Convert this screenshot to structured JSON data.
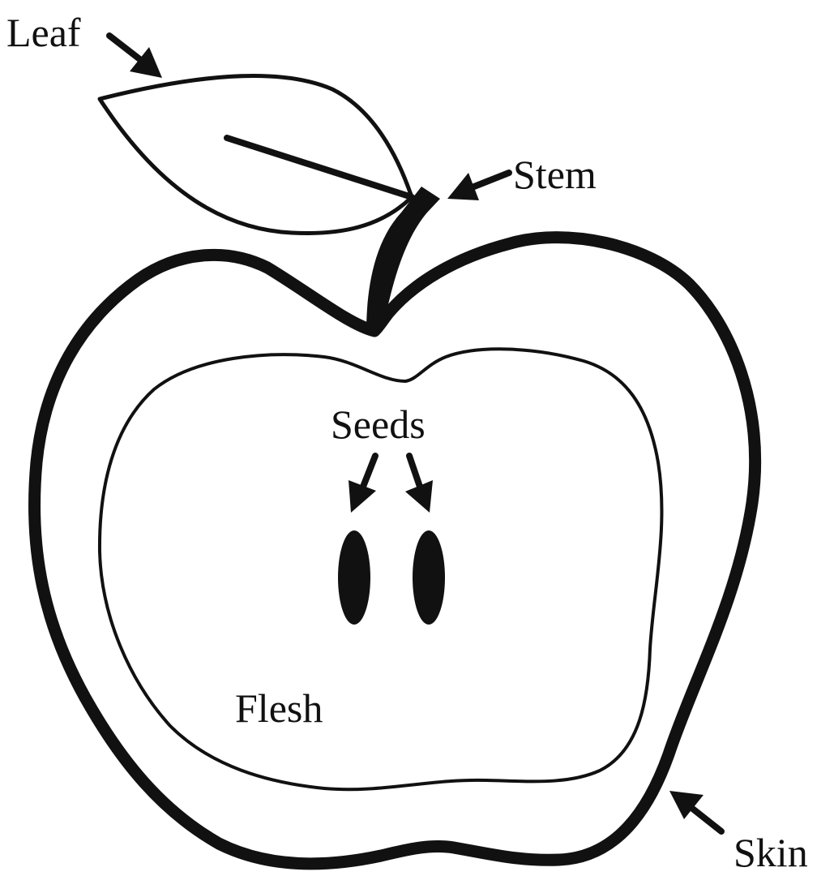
{
  "diagram": {
    "labels": {
      "leaf": "Leaf",
      "stem": "Stem",
      "seeds": "Seeds",
      "flesh": "Flesh",
      "skin": "Skin"
    },
    "colors": {
      "ink": "#111111",
      "background": "#ffffff"
    }
  }
}
